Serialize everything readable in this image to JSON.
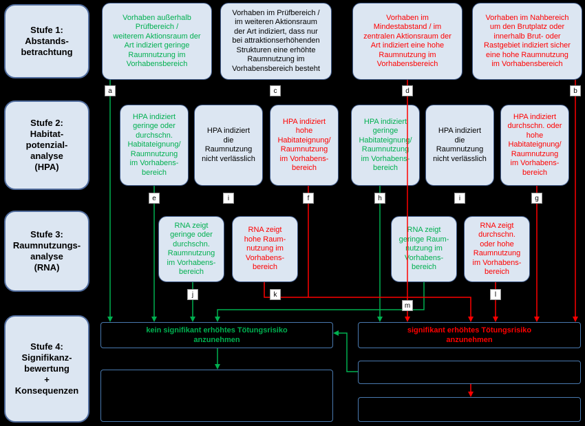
{
  "stages": [
    {
      "label": "Stufe 1:\nAbstands-\nbetrachtung"
    },
    {
      "label": "Stufe 2:\nHabitat-\npotenzial-\nanalyse\n(HPA)"
    },
    {
      "label": "Stufe 3:\nRaumnutzungs-\nanalyse\n(RNA)"
    },
    {
      "label": "Stufe 4:\nSignifikanz-\nbewertung\n+\nKonsequenzen"
    }
  ],
  "stage1": [
    {
      "text": "Vorhaben außerhalb\nPrüfbereich /\nweiterem Aktionsraum der\nArt indiziert geringe\nRaumnutzung im\nVorhabensbereich",
      "color": "green"
    },
    {
      "text": "Vorhaben im Prüfbereich /\nim weiteren Aktionsraum\nder Art indiziert, dass nur\nbei attraktionserhöhenden\nStrukturen eine erhöhte\nRaumnutzung im\nVorhabensbereich besteht",
      "color": "black"
    },
    {
      "text": "Vorhaben im\nMindestabstand / im\nzentralen Aktionsraum der\nArt indiziert eine hohe\nRaumnutzung im\nVorhabensbereich",
      "color": "red"
    },
    {
      "text": "Vorhaben im Nahbereich\num den Brutplatz oder\ninnerhalb Brut- oder\nRastgebiet indiziert sicher\neine hohe Raumnutzung\nim Vorhabensbereich",
      "color": "red"
    }
  ],
  "stage2": [
    {
      "text": "HPA indiziert\ngeringe oder\ndurchschn.\nHabitateignung/\nRaumnutzung\nim Vorhabens-\nbereich",
      "color": "green"
    },
    {
      "text": "HPA indiziert\ndie\nRaumnutzung\nnicht verlässlich",
      "color": "black"
    },
    {
      "text": "HPA indiziert\nhohe\nHabitateignung/\nRaumnutzung\nim Vorhabens-\nbereich",
      "color": "red"
    },
    {
      "text": "HPA indiziert\ngeringe\nHabitateignung/\nRaumnutzung\nim Vorhabens-\nbereich",
      "color": "green"
    },
    {
      "text": "HPA indiziert\ndie\nRaumnutzung\nnicht verlässlich",
      "color": "black"
    },
    {
      "text": "HPA indiziert\ndurchschn. oder\nhohe\nHabitateignung/\nRaumnutzung\nim Vorhabens-\nbereich",
      "color": "red"
    }
  ],
  "stage3": [
    {
      "text": "RNA zeigt\ngeringe oder\ndurchschn.\nRaumnutzung\nim Vorhabens-\nbereich",
      "color": "green"
    },
    {
      "text": "RNA zeigt\nhohe Raum-\nnutzung im\nVorhabens-\nbereich",
      "color": "red"
    },
    {
      "text": "RNA zeigt\ngeringe Raum-\nnutzung im\nVorhabens-\nbereich",
      "color": "green"
    },
    {
      "text": "RNA zeigt\ndurchschn.\noder hohe\nRaumnutzung\nim Vorhabens-\nbereich",
      "color": "red"
    }
  ],
  "results": {
    "no_risk": "kein signifikant erhöhtes Tötungsrisiko\nanzunehmen",
    "risk": "signifikant erhöhtes Tötungsrisiko\nanzunehmen"
  },
  "tags": [
    "a",
    "b",
    "c",
    "d",
    "e",
    "f",
    "g",
    "h",
    "i",
    "i",
    "j",
    "k",
    "l",
    "m"
  ],
  "colors": {
    "green": "#00b050",
    "red": "#ff0000",
    "box_fill": "#dce6f2",
    "border": "#3f5a8a"
  }
}
